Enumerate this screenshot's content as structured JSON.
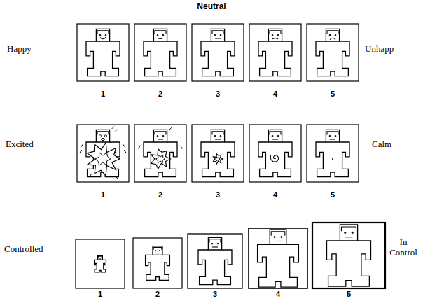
{
  "diagram": {
    "title": "Neutral",
    "labels": [
      "Happy",
      "Unhapp",
      "1",
      "2",
      "3",
      "4",
      "5",
      "Excited",
      "Calm",
      "1",
      "2",
      "3",
      "4",
      "5",
      "Controlled",
      "In Control",
      "1",
      "2",
      "3",
      "4",
      "5"
    ]
  }
}
